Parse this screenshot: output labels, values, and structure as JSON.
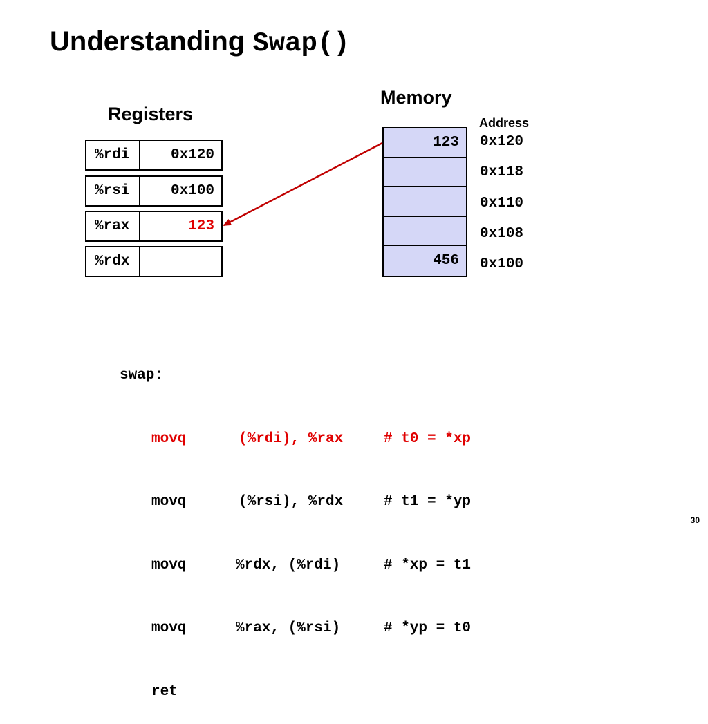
{
  "title": {
    "text": "Understanding ",
    "code": "Swap()"
  },
  "registers": {
    "heading": "Registers",
    "items": [
      {
        "name": "%rdi",
        "value": "0x120",
        "highlight": false
      },
      {
        "name": "%rsi",
        "value": "0x100",
        "highlight": false
      },
      {
        "name": "%rax",
        "value": "123",
        "highlight": true
      },
      {
        "name": "%rdx",
        "value": "",
        "highlight": false
      }
    ]
  },
  "memory": {
    "heading": "Memory",
    "address_heading": "Address",
    "cells": [
      {
        "value": "123",
        "address": "0x120"
      },
      {
        "value": "",
        "address": "0x118"
      },
      {
        "value": "",
        "address": "0x110"
      },
      {
        "value": "",
        "address": "0x108"
      },
      {
        "value": "456",
        "address": "0x100"
      }
    ],
    "cell_color": "#d5d7f7"
  },
  "code": {
    "label": "swap:",
    "lines": [
      {
        "op": "movq",
        "args": "(%rdi), %rax",
        "comment": "# t0 = *xp",
        "highlight": true
      },
      {
        "op": "movq",
        "args": "(%rsi), %rdx",
        "comment": "# t1 = *yp",
        "highlight": false
      },
      {
        "op": "movq",
        "args": "%rdx, (%rdi)",
        "comment": "# *xp = t1",
        "highlight": false
      },
      {
        "op": "movq",
        "args": "%rax, (%rsi)",
        "comment": "# *yp = t0",
        "highlight": false
      },
      {
        "op": "ret",
        "args": "",
        "comment": "",
        "highlight": false
      }
    ]
  },
  "colors": {
    "highlight": "#e00000",
    "arrow": "#c00000"
  },
  "page_number": "30"
}
